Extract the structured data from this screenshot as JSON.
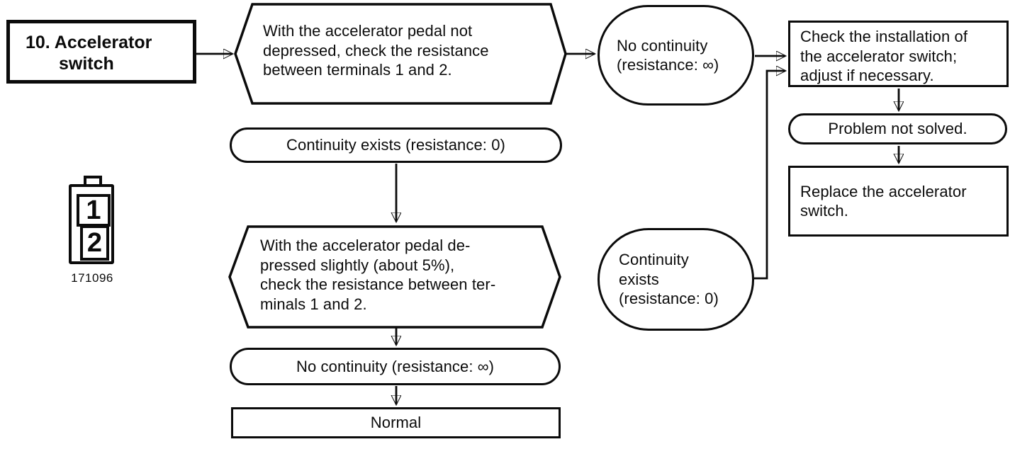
{
  "colors": {
    "ink": "#0b0b0b",
    "paper": "#ffffff"
  },
  "flowchart": {
    "item_box": {
      "lines": [
        "10. Accelerator",
        "switch"
      ]
    },
    "test1_hex": {
      "lines": [
        "With the accelerator pedal not",
        "depressed, check the resistance",
        "between terminals 1 and 2."
      ]
    },
    "test1_fail_oval": {
      "lines": [
        "No continuity",
        "(resistance: ∞)"
      ]
    },
    "check_installation_box": {
      "lines": [
        "Check the installation of",
        "the accelerator switch;",
        "adjust if necessary."
      ]
    },
    "problem_pill": {
      "text": "Problem not solved."
    },
    "replace_box": {
      "lines": [
        "Replace the accelerator",
        "switch."
      ]
    },
    "test1_pass_pill": {
      "text": "Continuity exists (resistance: 0)"
    },
    "test2_hex": {
      "lines": [
        "With the accelerator pedal de-",
        "pressed slightly (about 5%),",
        "check the resistance between ter-",
        "minals 1 and 2."
      ]
    },
    "test2_fail_oval": {
      "lines": [
        "Continuity",
        "exists",
        "(resistance: 0)"
      ]
    },
    "test2_pass_pill": {
      "text": "No continuity (resistance: ∞)"
    },
    "normal_box": {
      "text": "Normal"
    },
    "connector_figure": {
      "terminal_1": "1",
      "terminal_2": "2",
      "part_number": "171096"
    }
  }
}
